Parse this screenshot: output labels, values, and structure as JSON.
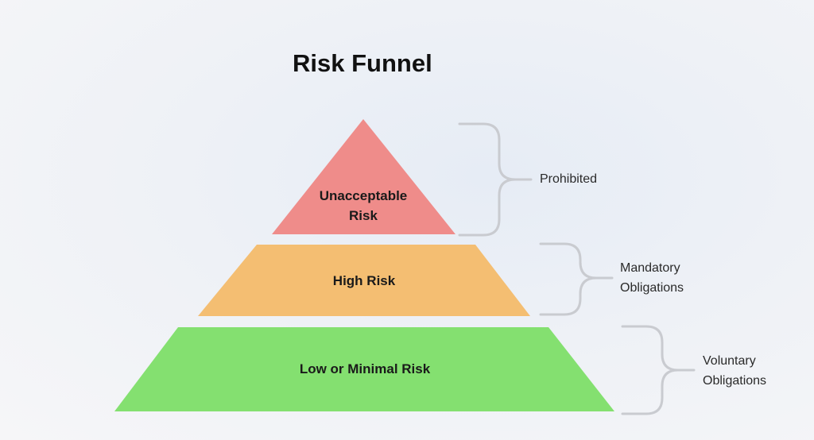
{
  "title": "Risk Funnel",
  "tiers": [
    {
      "label_lines": [
        "Unacceptable",
        "Risk"
      ],
      "color": "#ef8c8a",
      "category": "Prohibited"
    },
    {
      "label_lines": [
        "High Risk"
      ],
      "color": "#f4be72",
      "category_lines": [
        "Mandatory",
        "Obligations"
      ]
    },
    {
      "label_lines": [
        "Low or Minimal Risk"
      ],
      "color": "#84e070",
      "category_lines": [
        "Voluntary",
        "Obligations"
      ]
    }
  ],
  "bracket_color": "#c9cbd0"
}
